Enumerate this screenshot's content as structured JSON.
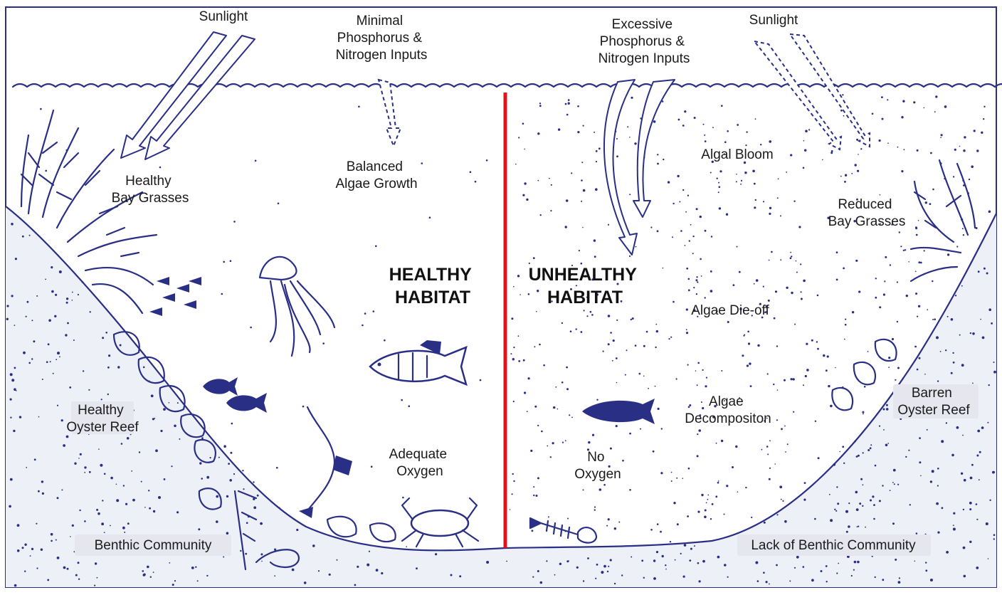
{
  "labels": {
    "sunlight_left": "Sunlight",
    "minimal_inputs": [
      "Minimal",
      "Phosphorus &",
      "Nitrogen Inputs"
    ],
    "excessive_inputs": [
      "Excessive",
      "Phosphorus &",
      "Nitrogen Inputs"
    ],
    "sunlight_right": "Sunlight",
    "healthy_bay_grasses": [
      "Healthy",
      "Bay Grasses"
    ],
    "balanced_algae": [
      "Balanced",
      "Algae Growth"
    ],
    "algal_bloom": "Algal Bloom",
    "reduced_bay_grasses": [
      "Reduced",
      "Bay Grasses"
    ],
    "healthy_habitat": [
      "HEALTHY",
      "HABITAT"
    ],
    "unhealthy_habitat": [
      "UNHEALTHY",
      "HABITAT"
    ],
    "algae_die_off": "Algae Die-off",
    "healthy_oyster_reef": [
      "Healthy",
      "Oyster Reef"
    ],
    "barren_oyster_reef": [
      "Barren",
      "Oyster Reef"
    ],
    "algae_decomposition": [
      "Algae",
      "Decompositon"
    ],
    "adequate_oxygen": [
      "Adequate",
      "Oxygen"
    ],
    "no_oxygen": [
      "No",
      "Oxygen"
    ],
    "benthic_community": "Benthic Community",
    "lack_benthic_community": "Lack of Benthic Community"
  },
  "colors": {
    "ink": "#2a2f86",
    "divider": "#e0141a",
    "label_box": "#e6e6ee"
  }
}
